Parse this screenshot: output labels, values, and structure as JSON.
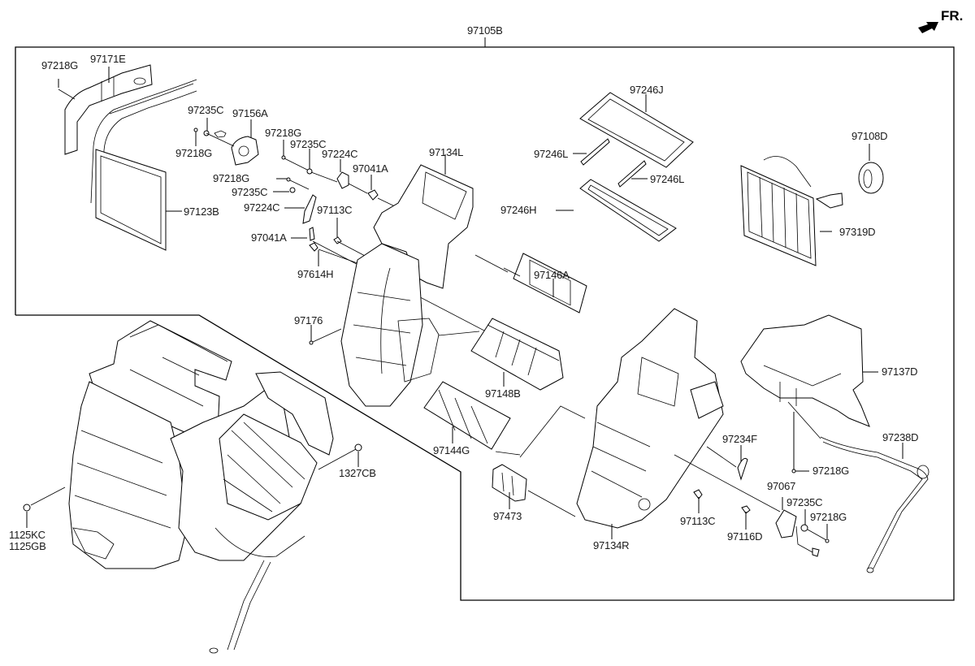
{
  "diagram": {
    "type": "exploded-parts-diagram",
    "subject": "Heater & blower / HVAC unit assembly",
    "orientation_marker": "FR.",
    "assembly_label": "97105B",
    "labels": [
      {
        "id": "97105B",
        "text": "97105B"
      },
      {
        "id": "97218G-a",
        "text": "97218G"
      },
      {
        "id": "97171E",
        "text": "97171E"
      },
      {
        "id": "97235C-a",
        "text": "97235C"
      },
      {
        "id": "97156A",
        "text": "97156A"
      },
      {
        "id": "97218G-b",
        "text": "97218G"
      },
      {
        "id": "97218G-c",
        "text": "97218G"
      },
      {
        "id": "97235C-b",
        "text": "97235C"
      },
      {
        "id": "97224C-a",
        "text": "97224C"
      },
      {
        "id": "97041A-a",
        "text": "97041A"
      },
      {
        "id": "97218G-d",
        "text": "97218G"
      },
      {
        "id": "97235C-c",
        "text": "97235C"
      },
      {
        "id": "97224C-b",
        "text": "97224C"
      },
      {
        "id": "97113C-a",
        "text": "97113C"
      },
      {
        "id": "97041A-b",
        "text": "97041A"
      },
      {
        "id": "97614H",
        "text": "97614H"
      },
      {
        "id": "97123B",
        "text": "97123B"
      },
      {
        "id": "97134L",
        "text": "97134L"
      },
      {
        "id": "97246J",
        "text": "97246J"
      },
      {
        "id": "97246L-a",
        "text": "97246L"
      },
      {
        "id": "97246L-b",
        "text": "97246L"
      },
      {
        "id": "97246H",
        "text": "97246H"
      },
      {
        "id": "97108D",
        "text": "97108D"
      },
      {
        "id": "97319D",
        "text": "97319D"
      },
      {
        "id": "97146A",
        "text": "97146A"
      },
      {
        "id": "97176",
        "text": "97176"
      },
      {
        "id": "97148B",
        "text": "97148B"
      },
      {
        "id": "97144G",
        "text": "97144G"
      },
      {
        "id": "97137D",
        "text": "97137D"
      },
      {
        "id": "97234F",
        "text": "97234F"
      },
      {
        "id": "97238D",
        "text": "97238D"
      },
      {
        "id": "97218G-e",
        "text": "97218G"
      },
      {
        "id": "97067",
        "text": "97067"
      },
      {
        "id": "97235C-d",
        "text": "97235C"
      },
      {
        "id": "97218G-f",
        "text": "97218G"
      },
      {
        "id": "1327CB",
        "text": "1327CB"
      },
      {
        "id": "1125KC",
        "text": "1125KC"
      },
      {
        "id": "1125GB",
        "text": "1125GB"
      },
      {
        "id": "97473",
        "text": "97473"
      },
      {
        "id": "97134R",
        "text": "97134R"
      },
      {
        "id": "97113C-b",
        "text": "97113C"
      },
      {
        "id": "97116D",
        "text": "97116D"
      }
    ]
  }
}
